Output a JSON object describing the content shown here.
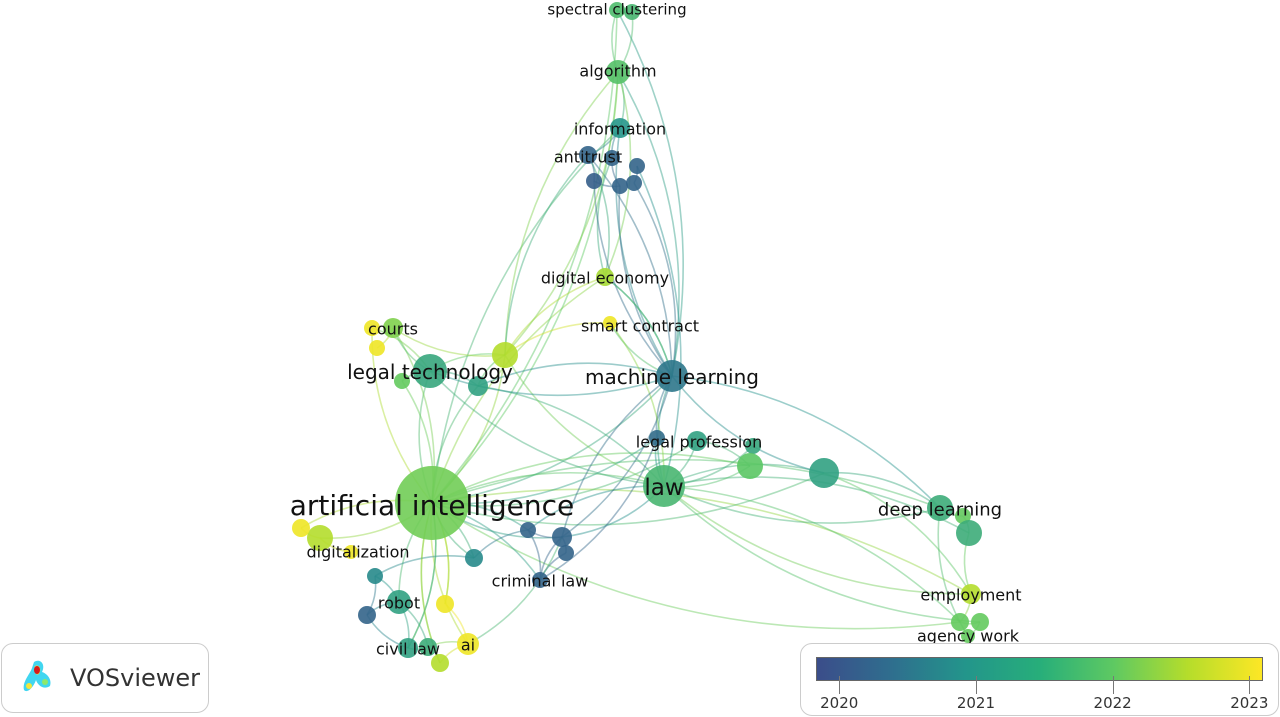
{
  "network": {
    "nodes": [
      {
        "label": "spectral clustering",
        "year": 2021.7
      },
      {
        "label": "",
        "year": 2021.6
      },
      {
        "label": "algorithm",
        "year": 2021.8
      },
      {
        "label": "information",
        "year": 2021.0
      },
      {
        "label": "antitrust",
        "year": 2020.2
      },
      {
        "label": "",
        "year": 2020.2
      },
      {
        "label": "",
        "year": 2020.2
      },
      {
        "label": "",
        "year": 2020.1
      },
      {
        "label": "",
        "year": 2020.2
      },
      {
        "label": "",
        "year": 2020.2
      },
      {
        "label": "digital economy",
        "year": 2022.5
      },
      {
        "label": "smart contract",
        "year": 2023.0
      },
      {
        "label": "courts",
        "year": 2022.2
      },
      {
        "label": "",
        "year": 2023.0
      },
      {
        "label": "",
        "year": 2023.0
      },
      {
        "label": "legal technology",
        "year": 2021.3
      },
      {
        "label": "",
        "year": 2022.0
      },
      {
        "label": "",
        "year": 2021.2
      },
      {
        "label": "",
        "year": 2022.6
      },
      {
        "label": "machine learning",
        "year": 2020.5
      },
      {
        "label": "legal profession",
        "year": 2020.3
      },
      {
        "label": "",
        "year": 2021.2
      },
      {
        "label": "",
        "year": 2021.3
      },
      {
        "label": "",
        "year": 2021.9
      },
      {
        "label": "",
        "year": 2021.2
      },
      {
        "label": "law",
        "year": 2021.6
      },
      {
        "label": "artificial intelligence",
        "year": 2022.1
      },
      {
        "label": "deep learning",
        "year": 2021.4
      },
      {
        "label": "",
        "year": 2022.0
      },
      {
        "label": "",
        "year": 2021.4
      },
      {
        "label": "digitalization",
        "year": 2022.6
      },
      {
        "label": "",
        "year": 2023.0
      },
      {
        "label": "",
        "year": 2023.0
      },
      {
        "label": "criminal law",
        "year": 2020.2
      },
      {
        "label": "",
        "year": 2020.2
      },
      {
        "label": "",
        "year": 2020.2
      },
      {
        "label": "",
        "year": 2020.2
      },
      {
        "label": "",
        "year": 2020.8
      },
      {
        "label": "",
        "year": 2020.8
      },
      {
        "label": "robot",
        "year": 2021.2
      },
      {
        "label": "",
        "year": 2020.2
      },
      {
        "label": "",
        "year": 2023.0
      },
      {
        "label": "civil law",
        "year": 2021.2
      },
      {
        "label": "",
        "year": 2021.4
      },
      {
        "label": "ai",
        "year": 2023.0
      },
      {
        "label": "",
        "year": 2022.6
      },
      {
        "label": "employment",
        "year": 2022.6
      },
      {
        "label": "agency work",
        "year": 2022.0
      },
      {
        "label": "",
        "year": 2022.0
      },
      {
        "label": "",
        "year": 2022.0
      }
    ]
  },
  "logo": {
    "text": "VOSviewer"
  },
  "legend": {
    "type": "overlay color scale",
    "colors": [
      "#3b4d8a",
      "#23958b",
      "#5ec962",
      "#fde725"
    ],
    "ticks": [
      "2020",
      "2021",
      "2022",
      "2023"
    ],
    "min": 2019.83,
    "max": 2023.1
  }
}
